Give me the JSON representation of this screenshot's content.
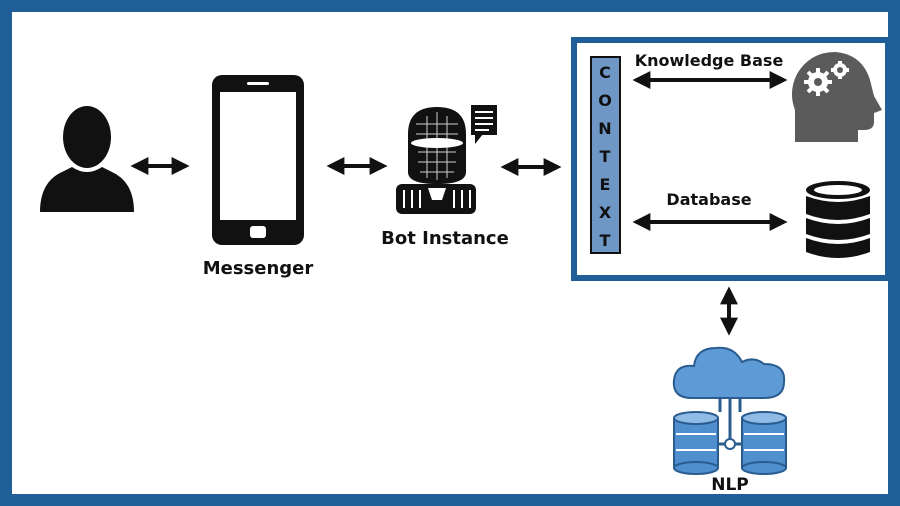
{
  "colors": {
    "frame_border": "#1f5e96",
    "context_box_border": "#1f5e96",
    "context_bar_fill": "#6e97c6",
    "icon_dark": "#111111",
    "brain_gray": "#5b5b5b",
    "cloud_fill": "#5e9bd6",
    "nlp_db_fill": "#4f8fce"
  },
  "labels": {
    "messenger": "Messenger",
    "bot_instance": "Bot Instance",
    "knowledge_base": "Knowledge Base",
    "database": "Database",
    "nlp": "NLP"
  },
  "context_letters": [
    "C",
    "O",
    "N",
    "T",
    "E",
    "X",
    "T"
  ],
  "icons": [
    "user-icon",
    "smartphone-icon",
    "robot-icon",
    "chat-bubble-icon",
    "brain-gears-icon",
    "database-icon",
    "cloud-icon",
    "nlp-server-icon"
  ]
}
